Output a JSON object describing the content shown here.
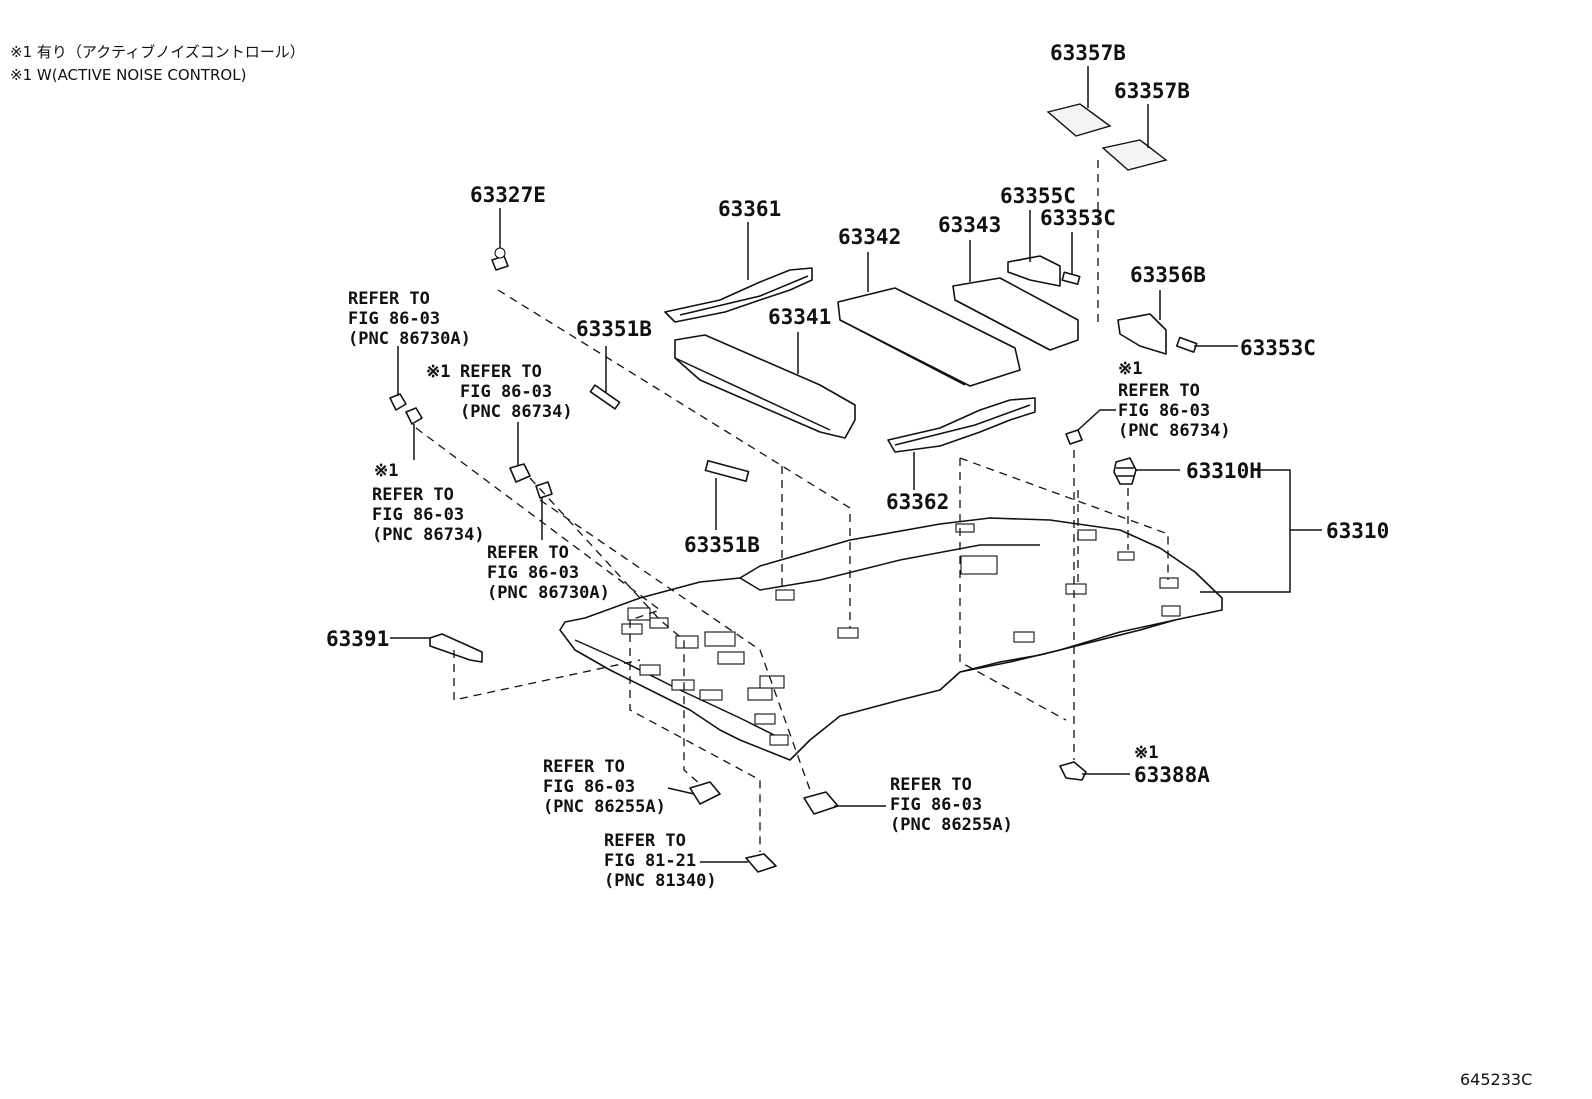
{
  "notes": {
    "line1": "※1 有り（アクティブノイズコントロール）",
    "line2": "※1 W(ACTIVE NOISE CONTROL)"
  },
  "parts": {
    "p63357b_top": "63357B",
    "p63357b": "63357B",
    "p63327e": "63327E",
    "p63361": "63361",
    "p63342": "63342",
    "p63343": "63343",
    "p63355c": "63355C",
    "p63353c_top": "63353C",
    "p63356b": "63356B",
    "p63353c_right": "63353C",
    "p63351b_top": "63351B",
    "p63341": "63341",
    "p63362": "63362",
    "p63310h": "63310H",
    "p63310": "63310",
    "p63351b_bottom": "63351B",
    "p63391": "63391",
    "p63388a": "63388A",
    "p63388a_mark": "※1"
  },
  "refs": {
    "r1": {
      "mark": "",
      "line1": "REFER TO",
      "line2": "FIG 86-03",
      "line3": "(PNC 86730A)"
    },
    "r2": {
      "mark": "※1",
      "line1": "REFER TO",
      "line2": "FIG 86-03",
      "line3": "(PNC 86734)"
    },
    "r3": {
      "mark": "※1",
      "line1": "REFER TO",
      "line2": "FIG 86-03",
      "line3": "(PNC 86734)"
    },
    "r4": {
      "mark": "",
      "line1": "REFER TO",
      "line2": "FIG 86-03",
      "line3": "(PNC 86730A)"
    },
    "r5": {
      "mark": "※1",
      "line1": "REFER TO",
      "line2": "FIG 86-03",
      "line3": "(PNC 86734)"
    },
    "r6": {
      "mark": "",
      "line1": "REFER TO",
      "line2": "FIG 86-03",
      "line3": "(PNC 86255A)"
    },
    "r7": {
      "mark": "",
      "line1": "REFER TO",
      "line2": "FIG 86-03",
      "line3": "(PNC 86255A)"
    },
    "r8": {
      "mark": "",
      "line1": "REFER TO",
      "line2": "FIG 81-21",
      "line3": "(PNC 81340)"
    }
  },
  "figure_id": "645233C"
}
